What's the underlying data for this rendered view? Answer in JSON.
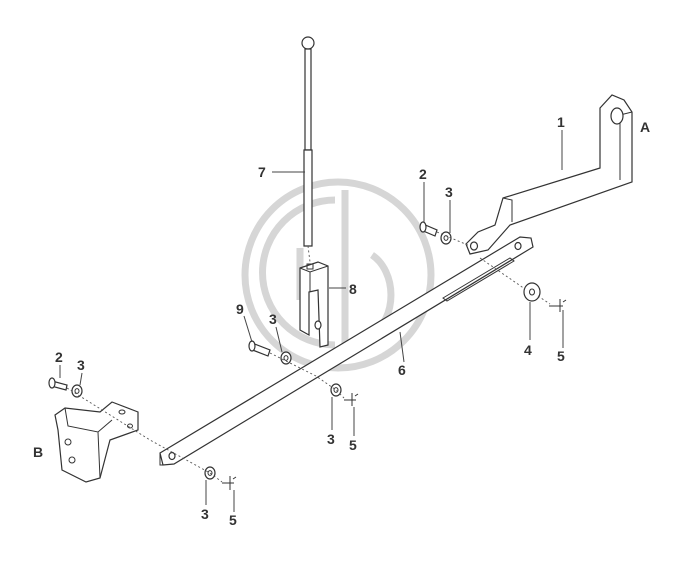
{
  "watermark": {
    "icon": "company-logo-icon",
    "color": "#d6d6d6"
  },
  "colors": {
    "line": "#333333",
    "background": "#ffffff"
  },
  "callouts": {
    "c1": "1",
    "cA": "A",
    "c2_top": "2",
    "c3_top": "3",
    "c7": "7",
    "c8": "8",
    "c4": "4",
    "c5_right": "5",
    "c9": "9",
    "c3_mid": "3",
    "c6": "6",
    "c2_left": "2",
    "c3_left": "3",
    "cB": "B",
    "c3_center": "3",
    "c5_center": "5",
    "c3_bottom": "3",
    "c5_bottom": "5"
  }
}
